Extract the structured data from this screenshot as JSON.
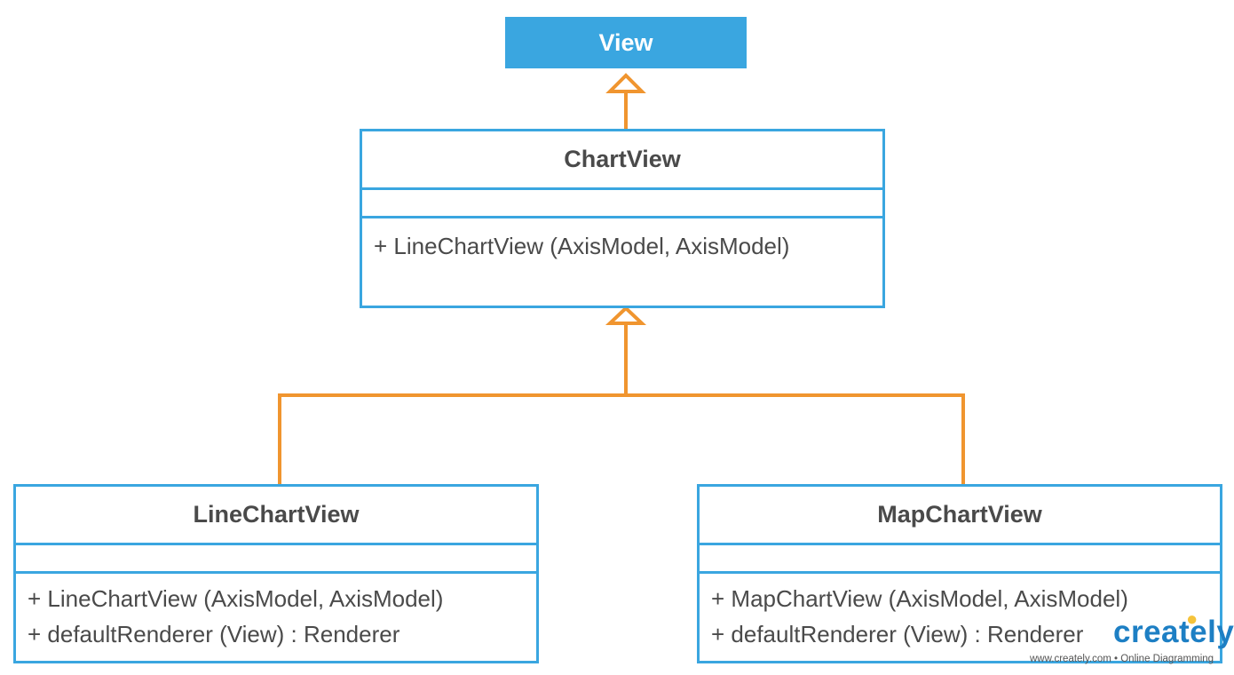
{
  "diagram": {
    "view": {
      "title": "View"
    },
    "chart_view": {
      "title": "ChartView",
      "attributes": [],
      "operations": [
        "+ LineChartView (AxisModel, AxisModel)"
      ]
    },
    "line_chart_view": {
      "title": "LineChartView",
      "attributes": [],
      "operations": [
        "+ LineChartView (AxisModel, AxisModel)",
        "+ defaultRenderer (View) : Renderer"
      ]
    },
    "map_chart_view": {
      "title": "MapChartView",
      "attributes": [],
      "operations": [
        "+ MapChartView (AxisModel, AxisModel)",
        "+ defaultRenderer (View) : Renderer"
      ]
    },
    "relationships": [
      {
        "type": "generalization",
        "from": "ChartView",
        "to": "View"
      },
      {
        "type": "generalization",
        "from": "LineChartView",
        "to": "ChartView"
      },
      {
        "type": "generalization",
        "from": "MapChartView",
        "to": "ChartView"
      }
    ],
    "colors": {
      "box_border": "#3aa6e0",
      "view_fill": "#3aa6e0",
      "connector": "#f0952f",
      "text": "#4a4a4a"
    }
  },
  "watermark": {
    "logo": "creately",
    "tagline": "www.creately.com • Online Diagramming"
  }
}
